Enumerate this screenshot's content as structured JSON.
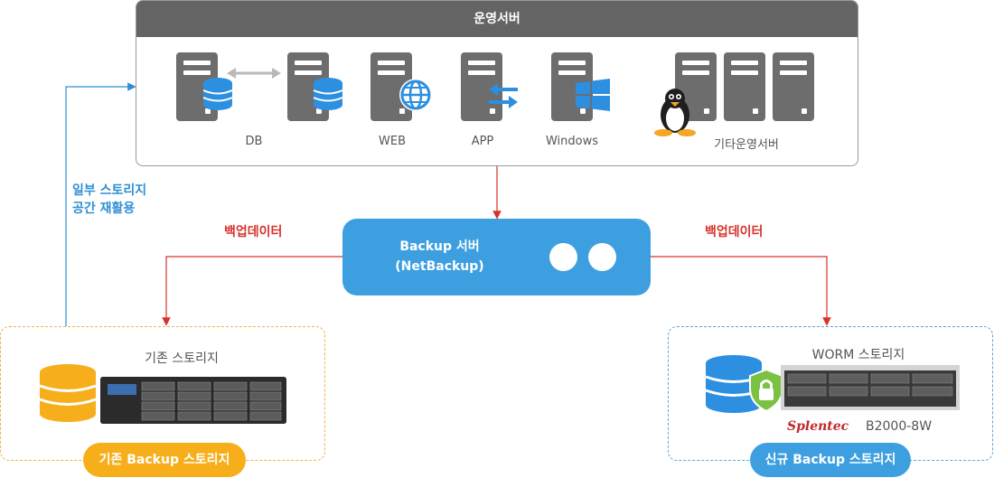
{
  "ops": {
    "title": "운영서버",
    "labels": {
      "db": "DB",
      "web": "WEB",
      "app": "APP",
      "windows": "Windows",
      "other": "기타운영서버"
    }
  },
  "backup_server": {
    "line1": "Backup 서버",
    "line2": "(NetBackup)"
  },
  "flow": {
    "left_label": "백업데이터",
    "right_label": "백업데이터",
    "reuse_line1": "일부 스토리지",
    "reuse_line2": "공간 재활용"
  },
  "legacy": {
    "title": "기존 스토리지",
    "pill": "기존 Backup 스토리지"
  },
  "worm": {
    "title": "WORM 스토리지",
    "brand": "Splentec",
    "model": "B2000-8W",
    "pill": "신규 Backup 스토리지"
  },
  "colors": {
    "blue": "#3d9fe0",
    "red": "#d7322b",
    "orange": "#f7ae1b",
    "gray": "#6d6d6d",
    "green": "#7cc242"
  }
}
